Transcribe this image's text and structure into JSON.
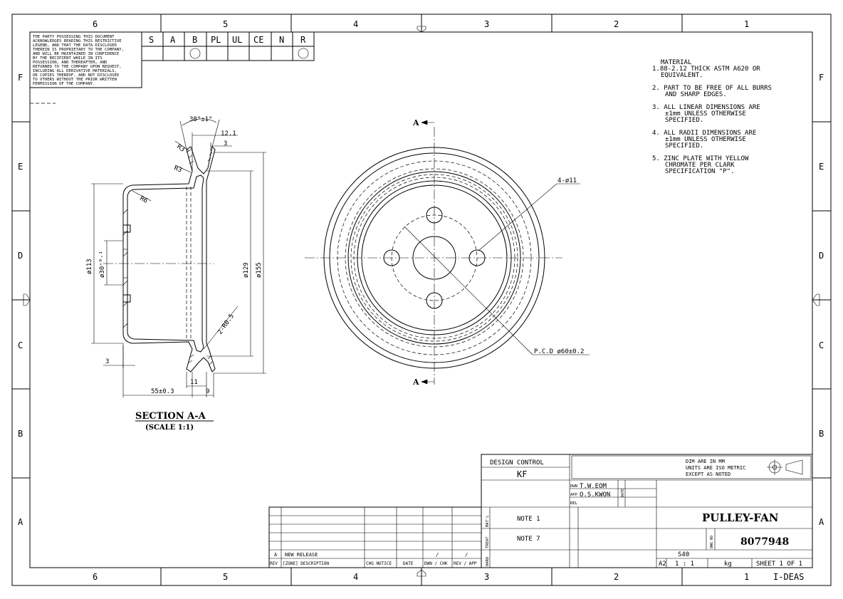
{
  "zones": {
    "columns": [
      "6",
      "5",
      "4",
      "3",
      "2",
      "1"
    ],
    "rows": [
      "F",
      "E",
      "D",
      "C",
      "B",
      "A"
    ]
  },
  "disclaimer": [
    "THE PARTY POSSESSING THIS DOCUMENT",
    "ACKNOWLEDGES READING THIS RESTRICTIVE",
    "LEGEND, AND THAT THE DATA DISCLOSED",
    "THEREIN IS PROPRIETARY TO THE COMPANY,",
    "AND WILL BE MAINTAINED IN CONFIDENCE",
    "BY THE RECIPIENT WHILE IN ITS",
    "POSSESSION, AND THEREAFTER, AND",
    "RETURNED TO THE COMPANY UPON REQUEST,",
    "INCLUDING ALL DERIVATIVE MATERIALS,",
    "OR COPIES THEREOF, AND NOT DISCLOSED",
    "TO OTHERS WITHOUT THE PRIOR WRITTEN",
    "PERMISSION OF THE COMPANY."
  ],
  "classification": [
    "S",
    "A",
    "B",
    "PL",
    "UL",
    "CE",
    "N",
    "R"
  ],
  "notes": [
    [
      "MATERIAL",
      "1.88-2.12 THICK ASTM A620 OR",
      "EQUIVALENT."
    ],
    [
      "2. PART TO BE FREE OF ALL BURRS",
      "AND SHARP EDGES."
    ],
    [
      "3. ALL LINEAR DIMENSIONS ARE",
      "±1mm UNLESS OTHERWISE",
      "SPECIFIED."
    ],
    [
      "4. ALL RADII DIMENSIONS ARE",
      "±1mm UNLESS OTHERWISE",
      "SPECIFIED."
    ],
    [
      "5. ZINC PLATE WITH YELLOW",
      "CHROMATE PER CLARK",
      "SPECIFICATION \"P\"."
    ]
  ],
  "section": {
    "title": "SECTION A-A",
    "scale": "(SCALE 1:1)",
    "dims": {
      "angle": "38°±1°",
      "d121": "12.1",
      "d3top": "3",
      "r3a": "R3",
      "r3b": "R3",
      "r6": "R6",
      "d113": "ø113",
      "d30": "ø30⁺⁰·¹",
      "d129": "ø129",
      "d155": "ø155",
      "r05": "2-R0.5",
      "d3left": "3",
      "d55": "55±0.3",
      "d11": "11",
      "d9": "9"
    }
  },
  "front": {
    "holes": "4-ø11",
    "pcd": "P.C.D ø60±0.2",
    "cut": "A"
  },
  "title_block": {
    "design_control": "DESIGN CONTROL",
    "dc_value": "KF",
    "dim_notes": [
      "DIM ARE IN MM",
      "UNITS ARE ISO METRIC",
      "EXCEPT AS NOTED"
    ],
    "dwn_label": "DWN",
    "dwn": "T.W.EOM",
    "app_label": "APP",
    "app": "O.S.KWON",
    "rel_label": "REL",
    "date_label": "DATE",
    "mat_label": "MAT'L",
    "treat_label": "TREAT",
    "hard_label": "HARD",
    "note1": "NOTE 1",
    "note7": "NOTE 7",
    "part_name": "PULLEY-FAN",
    "dwg_label": "DWG NO",
    "dwg_no": "8077948",
    "size_code": "S40",
    "sheet_size": "A2",
    "scale": "1 : 1",
    "unit": "kg",
    "sheet": "SHEET 1 OF 1",
    "software": "I-DEAS"
  },
  "revision": {
    "rev": "A",
    "desc": "NEW RELEASE",
    "hdr_rev": "REV",
    "hdr_desc": "[ZONE] DESCRIPTION",
    "hdr_chg": "CHG NOTICE",
    "hdr_date": "DATE",
    "hdr_dwn": "DWN / CHK",
    "hdr_rev2": "REV / APP",
    "slash": "/"
  }
}
